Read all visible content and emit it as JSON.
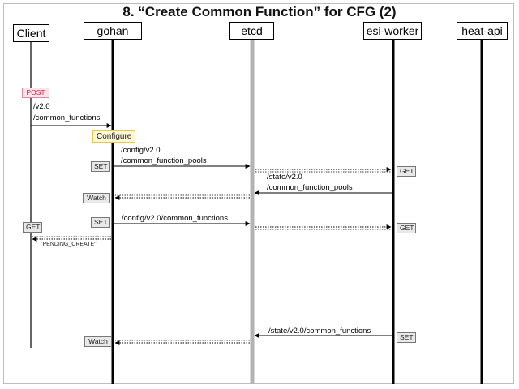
{
  "title": "8. “Create Common Function” for CFG (2)",
  "participants": {
    "client": "Client",
    "gohan": "gohan",
    "etcd": "etcd",
    "esi_worker": "esi-worker",
    "heat_api": "heat-api"
  },
  "badges": {
    "post": "POST",
    "configure": "Configure",
    "set1": "SET",
    "get1": "GET",
    "watch1": "Watch",
    "get_client": "GET",
    "set2": "SET",
    "get2": "GET",
    "set3": "SET",
    "watch2": "Watch"
  },
  "messages": {
    "m1_line1": "/v2.0",
    "m1_line2": "/common_functions",
    "m2_line1": "/config/v2.0",
    "m2_line2": "/common_function_pools",
    "m3_line1": "/state/v2.0",
    "m3_line2": "/common_function_pools",
    "m4": "/config/v2.0/common_functions",
    "m5": "\"PENDING_CREATE\"",
    "m6": "/state/v2.0/common_functions"
  },
  "colors": {
    "post_text": "#d1204c",
    "configure_border": "#e6c84a",
    "etcd_lifeline": "#b3b3b3"
  }
}
